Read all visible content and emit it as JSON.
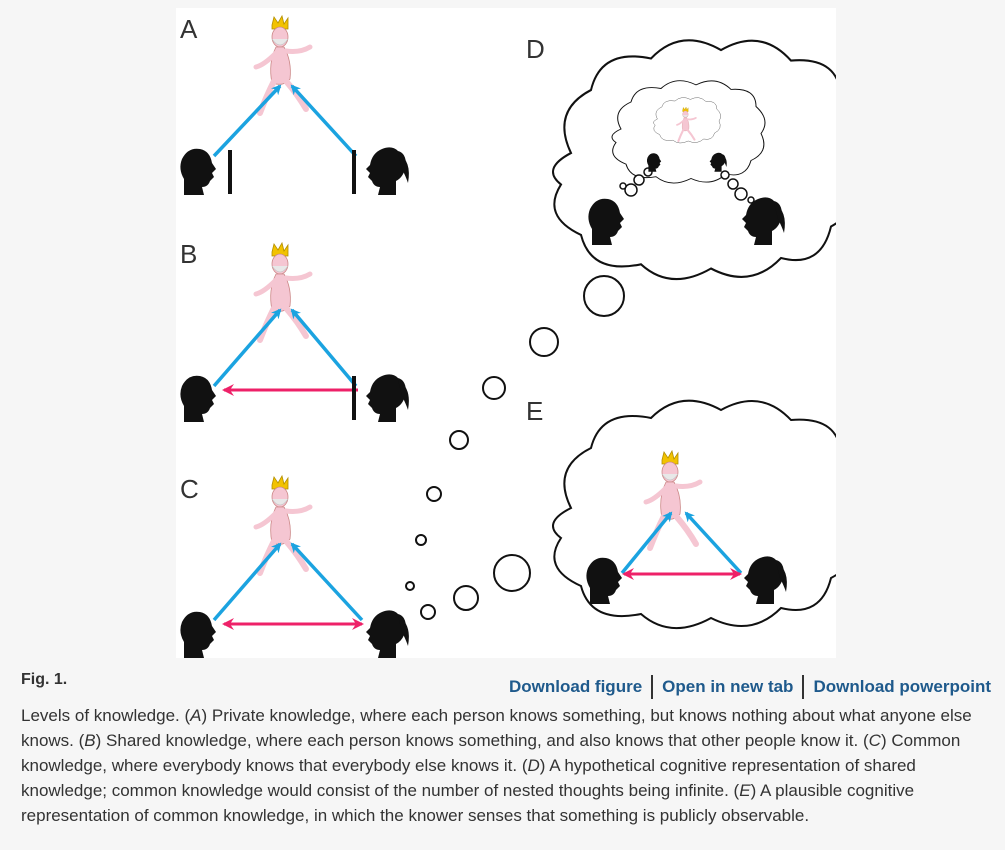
{
  "figure": {
    "panel_letters": [
      "A",
      "B",
      "C",
      "D",
      "E"
    ],
    "colors": {
      "gaze_arrow": "#1ba3e0",
      "mutual_arrow": "#ee2168",
      "silhouette": "#111111",
      "figure_skin": "#f5c6d2",
      "crown": "#f2c200",
      "thought_line": "#111111"
    }
  },
  "figure_label": "Fig. 1.",
  "links": {
    "download_figure": "Download figure",
    "open_new_tab": "Open in new tab",
    "download_ppt": "Download powerpoint"
  },
  "caption": {
    "intro": "Levels of knowledge. (",
    "A": "A",
    "a_text": ") Private knowledge, where each person knows something, but knows nothing about what anyone else knows. (",
    "B": "B",
    "b_text": ") Shared knowledge, where each person knows something, and also knows that other people know it. (",
    "C": "C",
    "c_text": ") Common knowledge, where everybody knows that everybody else knows it. (",
    "D": "D",
    "d_text": ") A hypothetical cognitive representation of shared knowledge; common knowledge would consist of the number of nested thoughts being infinite. (",
    "E": "E",
    "e_text": ") A plausible cognitive representation of common knowledge, in which the knower senses that something is publicly observable."
  }
}
